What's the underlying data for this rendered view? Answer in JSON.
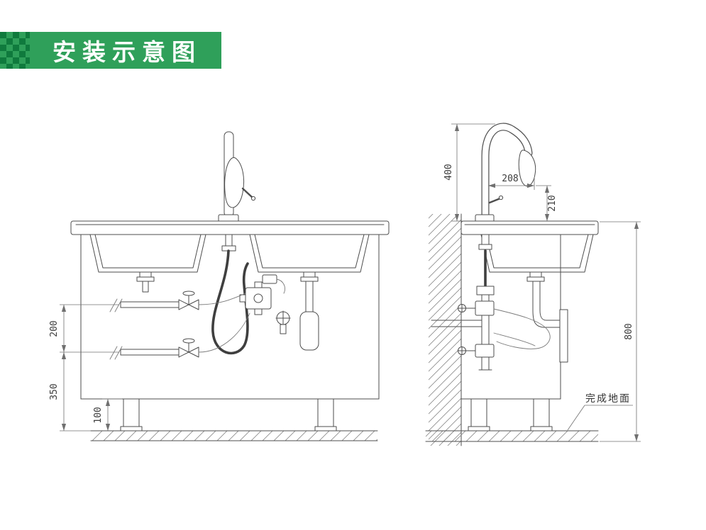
{
  "title": "安装示意图",
  "colors": {
    "banner_green": "#2fa05a",
    "banner_dark_green": "#0f7a3d",
    "line": "#4d4d4d",
    "dim_line": "#707070",
    "dim_text": "#3c3c3c"
  },
  "front_view": {
    "dims": {
      "supply_spacing_mm": "200",
      "supply_to_floor_mm": "350",
      "leg_height_mm": "100"
    }
  },
  "side_view": {
    "dims": {
      "faucet_height_mm": "400",
      "spout_reach_mm": "208",
      "spout_to_counter_mm": "210",
      "counter_height_mm": "800"
    },
    "floor_label": "完成地面"
  }
}
